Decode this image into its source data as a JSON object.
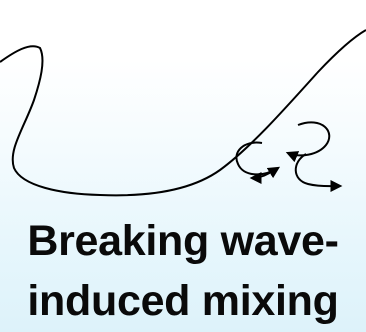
{
  "caption": {
    "line1": "Breaking wave-",
    "line2": "induced mixing"
  },
  "colors": {
    "water_top": "#ffffff",
    "water_bottom": "#ddf2fa",
    "stroke": "#000000",
    "text": "#0a0a0a"
  },
  "icons": [
    "breaking-wave-curve",
    "mixing-eddy-arrows"
  ]
}
